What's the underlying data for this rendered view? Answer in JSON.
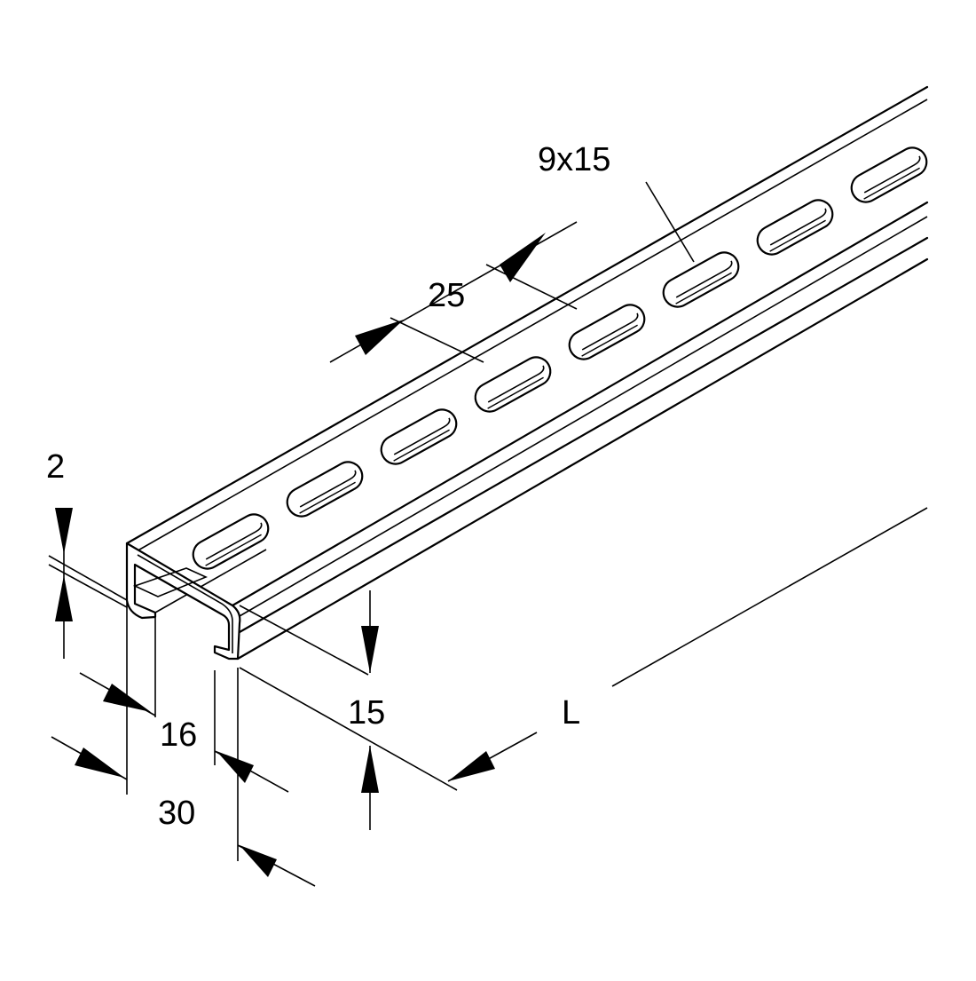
{
  "diagram": {
    "line_color": "#000000",
    "background": "#ffffff",
    "labels": {
      "thickness": "2",
      "slot_size": "9x15",
      "slot_pitch": "25",
      "inner_width": "16",
      "outer_width": "30",
      "height": "15",
      "length": "L"
    }
  }
}
